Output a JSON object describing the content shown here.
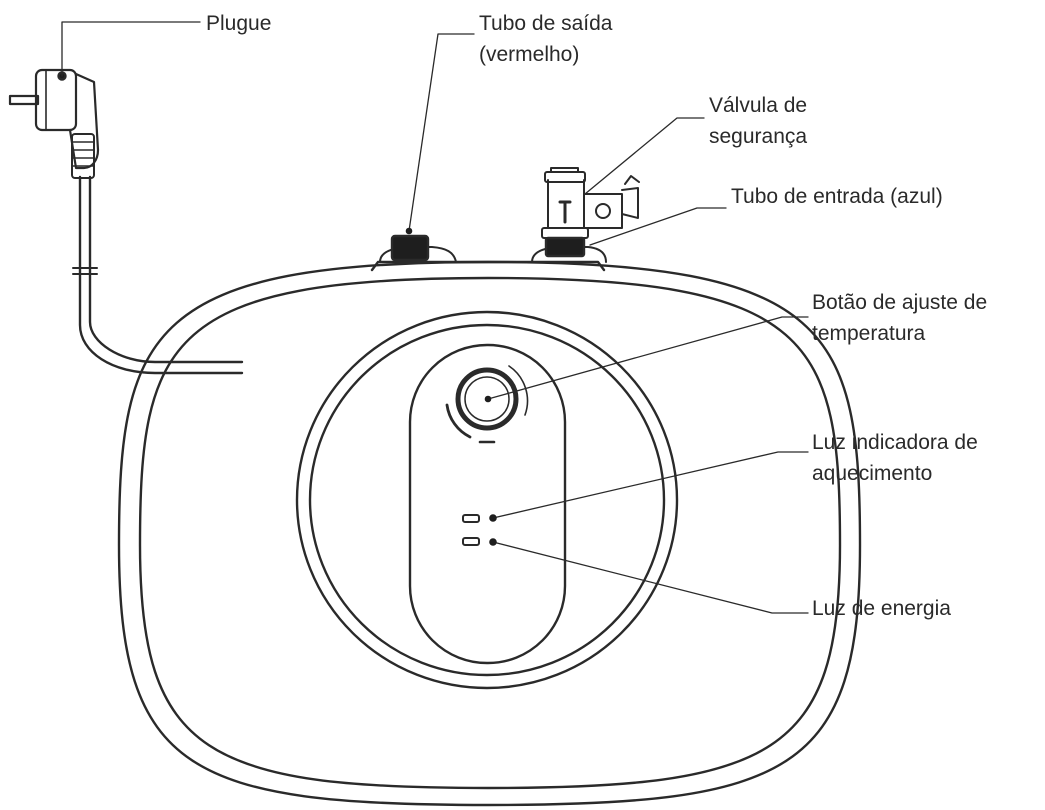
{
  "labels": {
    "plug": [
      "Plugue"
    ],
    "outlet_pipe": [
      "Tubo de saída",
      "(vermelho)"
    ],
    "safety_valve": [
      "Válvula de",
      "segurança"
    ],
    "inlet_pipe": [
      "Tubo de entrada (azul)"
    ],
    "temp_knob": [
      "Botão de ajuste de",
      "temperatura"
    ],
    "heating_light": [
      "Luz indicadora de",
      "aquecimento"
    ],
    "power_light": [
      "Luz de energia"
    ]
  }
}
